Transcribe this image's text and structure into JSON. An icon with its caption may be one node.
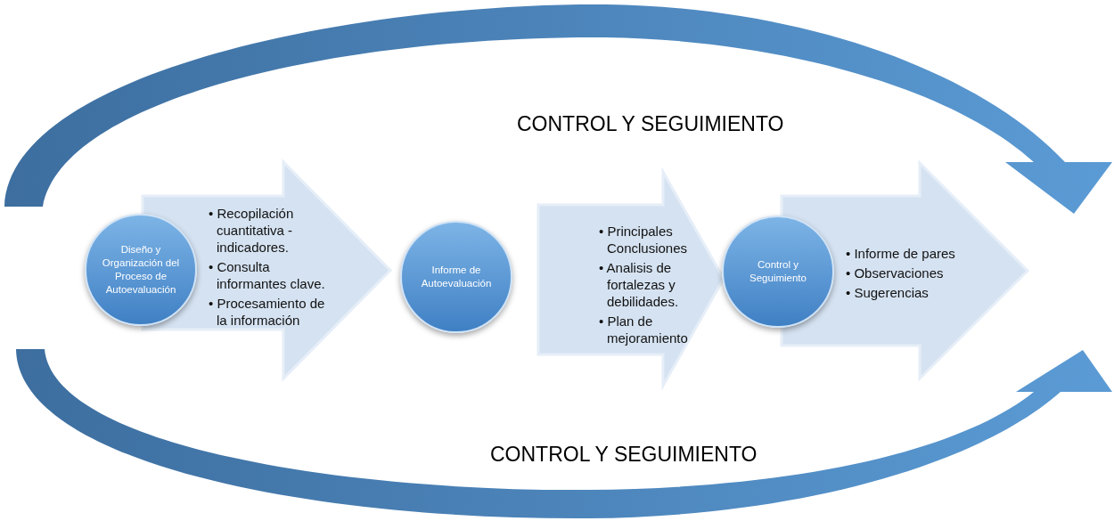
{
  "diagram": {
    "nodes": [
      {
        "text": [
          "Diseño y Organización del Proceso de Autoevaluación"
        ]
      },
      {
        "text": [
          "• Recopilación cuantitativa - indicadores.",
          "• Consulta informantes clave.",
          "• Procesamiento de la información"
        ]
      },
      {
        "text": [
          "Informe de Autoevaluación"
        ]
      },
      {
        "text": [
          "• Principales Conclusiones",
          "• Analisis de fortalezas y debilidades.",
          "• Plan de mejoramiento"
        ]
      },
      {
        "text": [
          "Control y Seguimiento"
        ]
      },
      {
        "text": [
          "• Informe de pares",
          "• Observaciones",
          "• Sugerencias"
        ]
      }
    ],
    "edges": [
      {
        "from": 0,
        "to": 2,
        "arrow": "to"
      },
      {
        "from": 2,
        "to": 4,
        "arrow": "to"
      }
    ],
    "labels": [
      "CONTROL Y SEGUIMIENTO",
      "CONTROL Y SEGUIMIENTO"
    ]
  }
}
